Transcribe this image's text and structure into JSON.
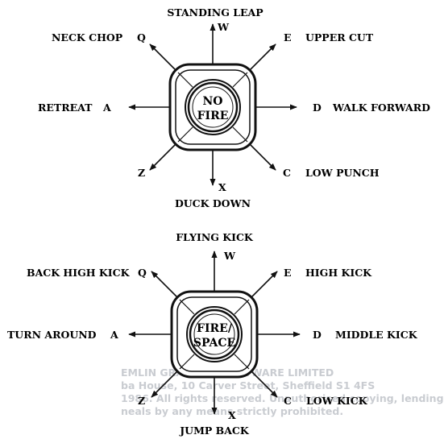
{
  "diagrams": [
    {
      "center_lines": [
        "NO",
        "FIRE"
      ],
      "directions": {
        "n": {
          "key": "W",
          "action": "STANDING LEAP"
        },
        "ne": {
          "key": "E",
          "action": "UPPER CUT"
        },
        "e": {
          "key": "D",
          "action": "WALK FORWARD"
        },
        "se": {
          "key": "C",
          "action": "LOW PUNCH"
        },
        "s": {
          "key": "X",
          "action": "DUCK DOWN"
        },
        "sw": {
          "key": "Z",
          "action": ""
        },
        "w": {
          "key": "A",
          "action": "RETREAT"
        },
        "nw": {
          "key": "Q",
          "action": "NECK CHOP"
        }
      }
    },
    {
      "center_lines": [
        "FIRE/",
        "SPACE"
      ],
      "directions": {
        "n": {
          "key": "W",
          "action": "FLYING KICK"
        },
        "ne": {
          "key": "E",
          "action": "HIGH KICK"
        },
        "e": {
          "key": "D",
          "action": "MIDDLE KICK"
        },
        "se": {
          "key": "C",
          "action": "LOW KICK"
        },
        "s": {
          "key": "X",
          "action": "JUMP BACK"
        },
        "sw": {
          "key": "Z",
          "action": ""
        },
        "w": {
          "key": "A",
          "action": "TURN AROUND"
        },
        "nw": {
          "key": "Q",
          "action": "BACK HIGH KICK"
        }
      }
    }
  ],
  "bleed_through": [
    "EMLIN GRAPHICS SOFTWARE LIMITED",
    "ba House, 10 Carver Street, Sheffield S1 4FS",
    "1986. All rights reserved. Unauthorised copying, lending",
    "neals by any means strictly prohibited."
  ]
}
